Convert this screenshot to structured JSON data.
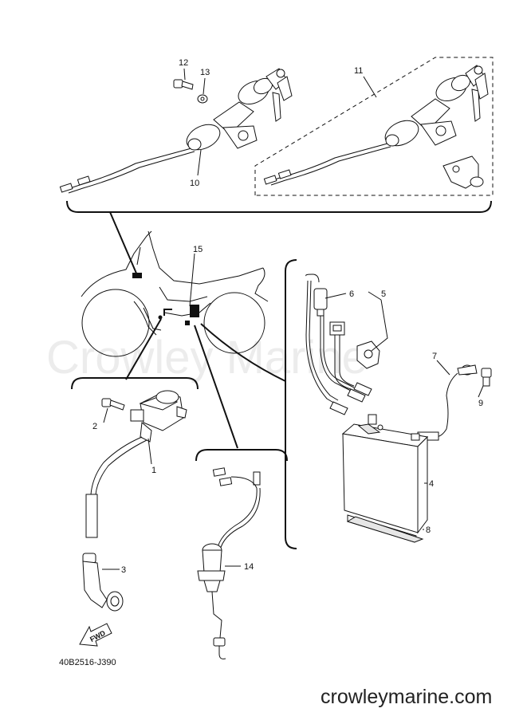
{
  "watermark": "Crowley Marine",
  "website": "crowleymarine.com",
  "diagram_code": "40B2516-J390",
  "fwd_label": "FWD",
  "callouts": {
    "p1": "1",
    "p2": "2",
    "p3": "3",
    "p4": "4",
    "p5": "5",
    "p6": "6",
    "p7": "7",
    "p8": "8",
    "p9": "9",
    "p10": "10",
    "p11": "11",
    "p12": "12",
    "p13": "13",
    "p14": "14",
    "p15": "15"
  }
}
